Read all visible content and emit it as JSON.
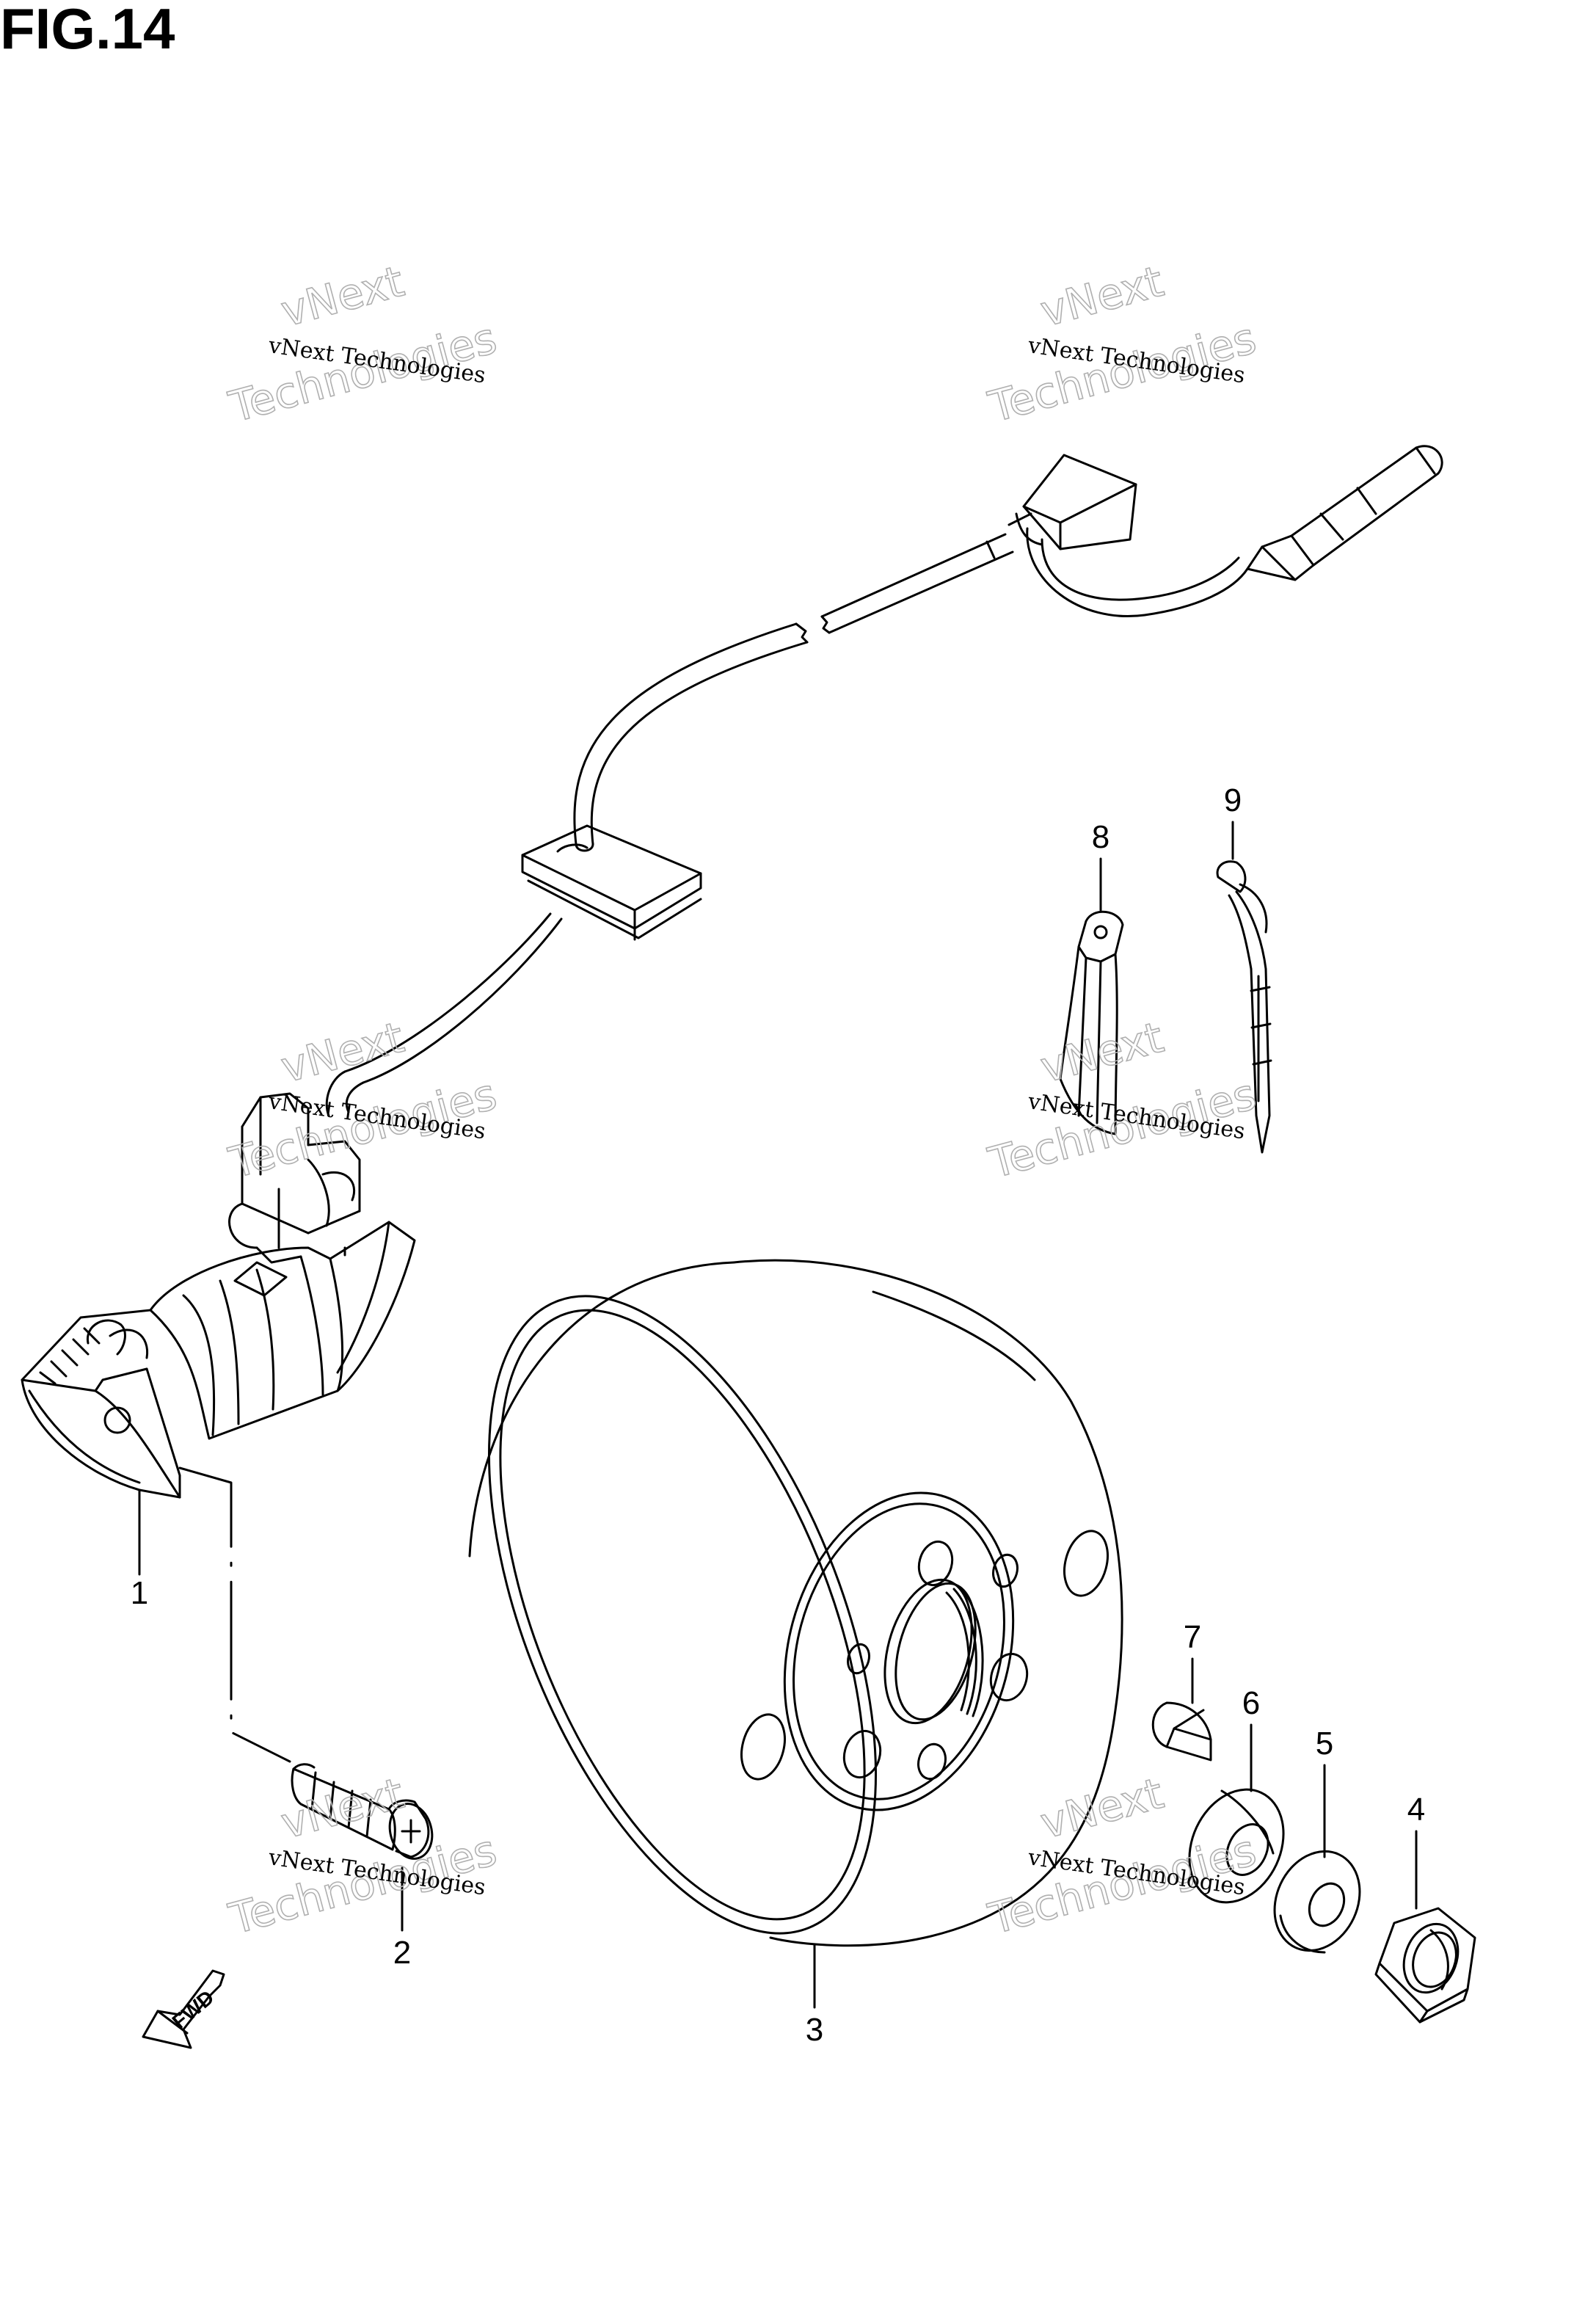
{
  "figure": {
    "title": "FIG.14"
  },
  "watermark": {
    "line1": "vNext Technologies",
    "line2": "vNext",
    "line3": "Technologies"
  },
  "callouts": [
    {
      "id": "1",
      "label": "1"
    },
    {
      "id": "2",
      "label": "2"
    },
    {
      "id": "3",
      "label": "3"
    },
    {
      "id": "4",
      "label": "4"
    },
    {
      "id": "5",
      "label": "5"
    },
    {
      "id": "6",
      "label": "6"
    },
    {
      "id": "7",
      "label": "7"
    },
    {
      "id": "8",
      "label": "8"
    },
    {
      "id": "9",
      "label": "9"
    }
  ],
  "direction_marker": {
    "label": "FWD"
  }
}
